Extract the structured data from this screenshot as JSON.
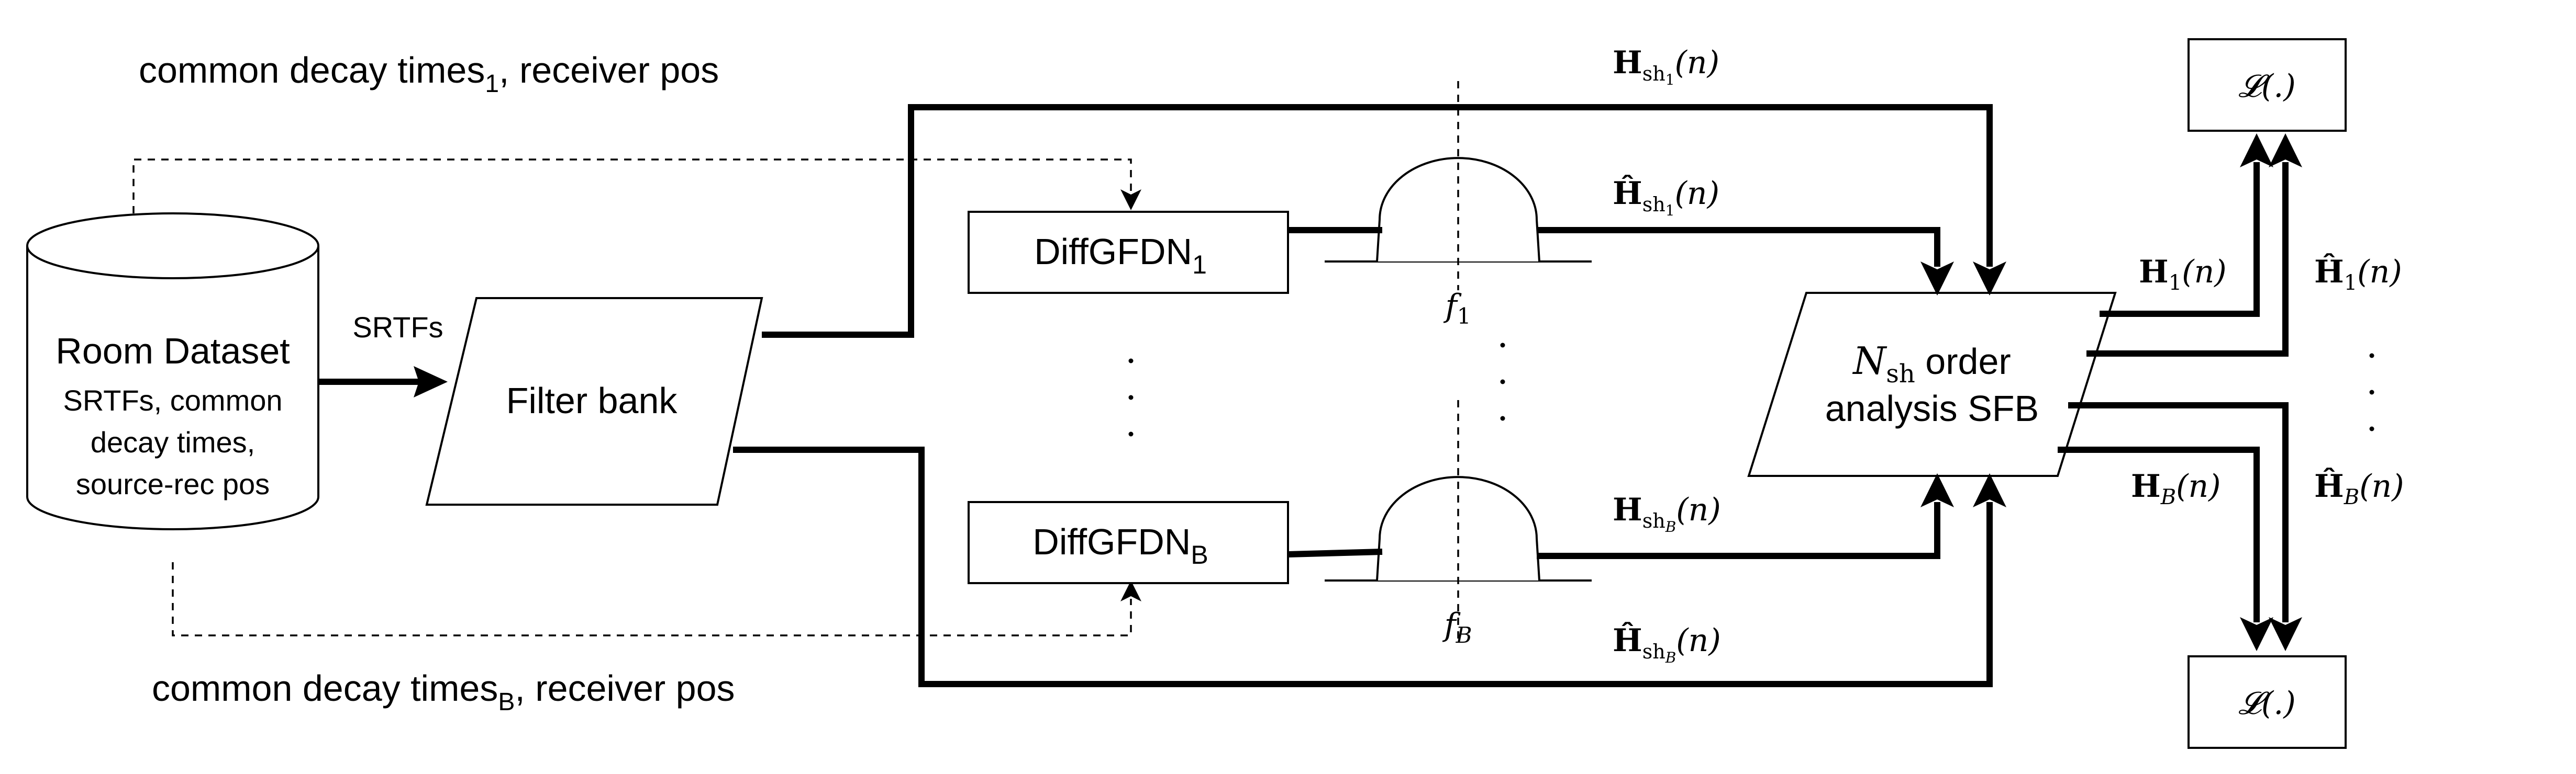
{
  "dataset": {
    "title": "Room Dataset",
    "lines": [
      "SRTFs, common",
      "decay times,",
      "source-rec pos"
    ]
  },
  "srtfs_label": "SRTFs",
  "filter_bank_label": "Filter bank",
  "top_label": {
    "text": "common decay times",
    "sub": "1",
    "rest": ", receiver pos"
  },
  "bottom_label": {
    "text": "common decay times",
    "sub": "B",
    "rest": ", receiver pos"
  },
  "diffgfdn_top": {
    "text": "DiffGFDN",
    "sub": "1"
  },
  "diffgfdn_bottom": {
    "text": "DiffGFDN",
    "sub": "B"
  },
  "filter_top": {
    "text": "f",
    "sub": "1"
  },
  "filter_bottom": {
    "text": "f",
    "sub": "B"
  },
  "sfb": {
    "symbol": "N",
    "sub": "sh",
    "line1_rest": " order",
    "line2": "analysis SFB"
  },
  "signals": {
    "h_sh1": {
      "main": "H",
      "sub": "sh",
      "subsub": "1",
      "arg": "(n)"
    },
    "h_sh1_hat": {
      "main": "Ĥ",
      "sub": "sh",
      "subsub": "1",
      "arg": "(n)"
    },
    "h_shB": {
      "main": "H",
      "sub": "sh",
      "subsub": "B",
      "arg": "(n)"
    },
    "h_shB_hat": {
      "main": "Ĥ",
      "sub": "sh",
      "subsub": "B",
      "arg": "(n)"
    },
    "h1": {
      "main": "H",
      "sub": "1",
      "arg": "(n)"
    },
    "h1_hat": {
      "main": "Ĥ",
      "sub": "1",
      "arg": "(n)"
    },
    "hB": {
      "main": "H",
      "sub": "B",
      "arg": "(n)"
    },
    "hB_hat": {
      "main": "Ĥ",
      "sub": "B",
      "arg": "(n)"
    }
  },
  "loss_label": "𝓛(.)"
}
